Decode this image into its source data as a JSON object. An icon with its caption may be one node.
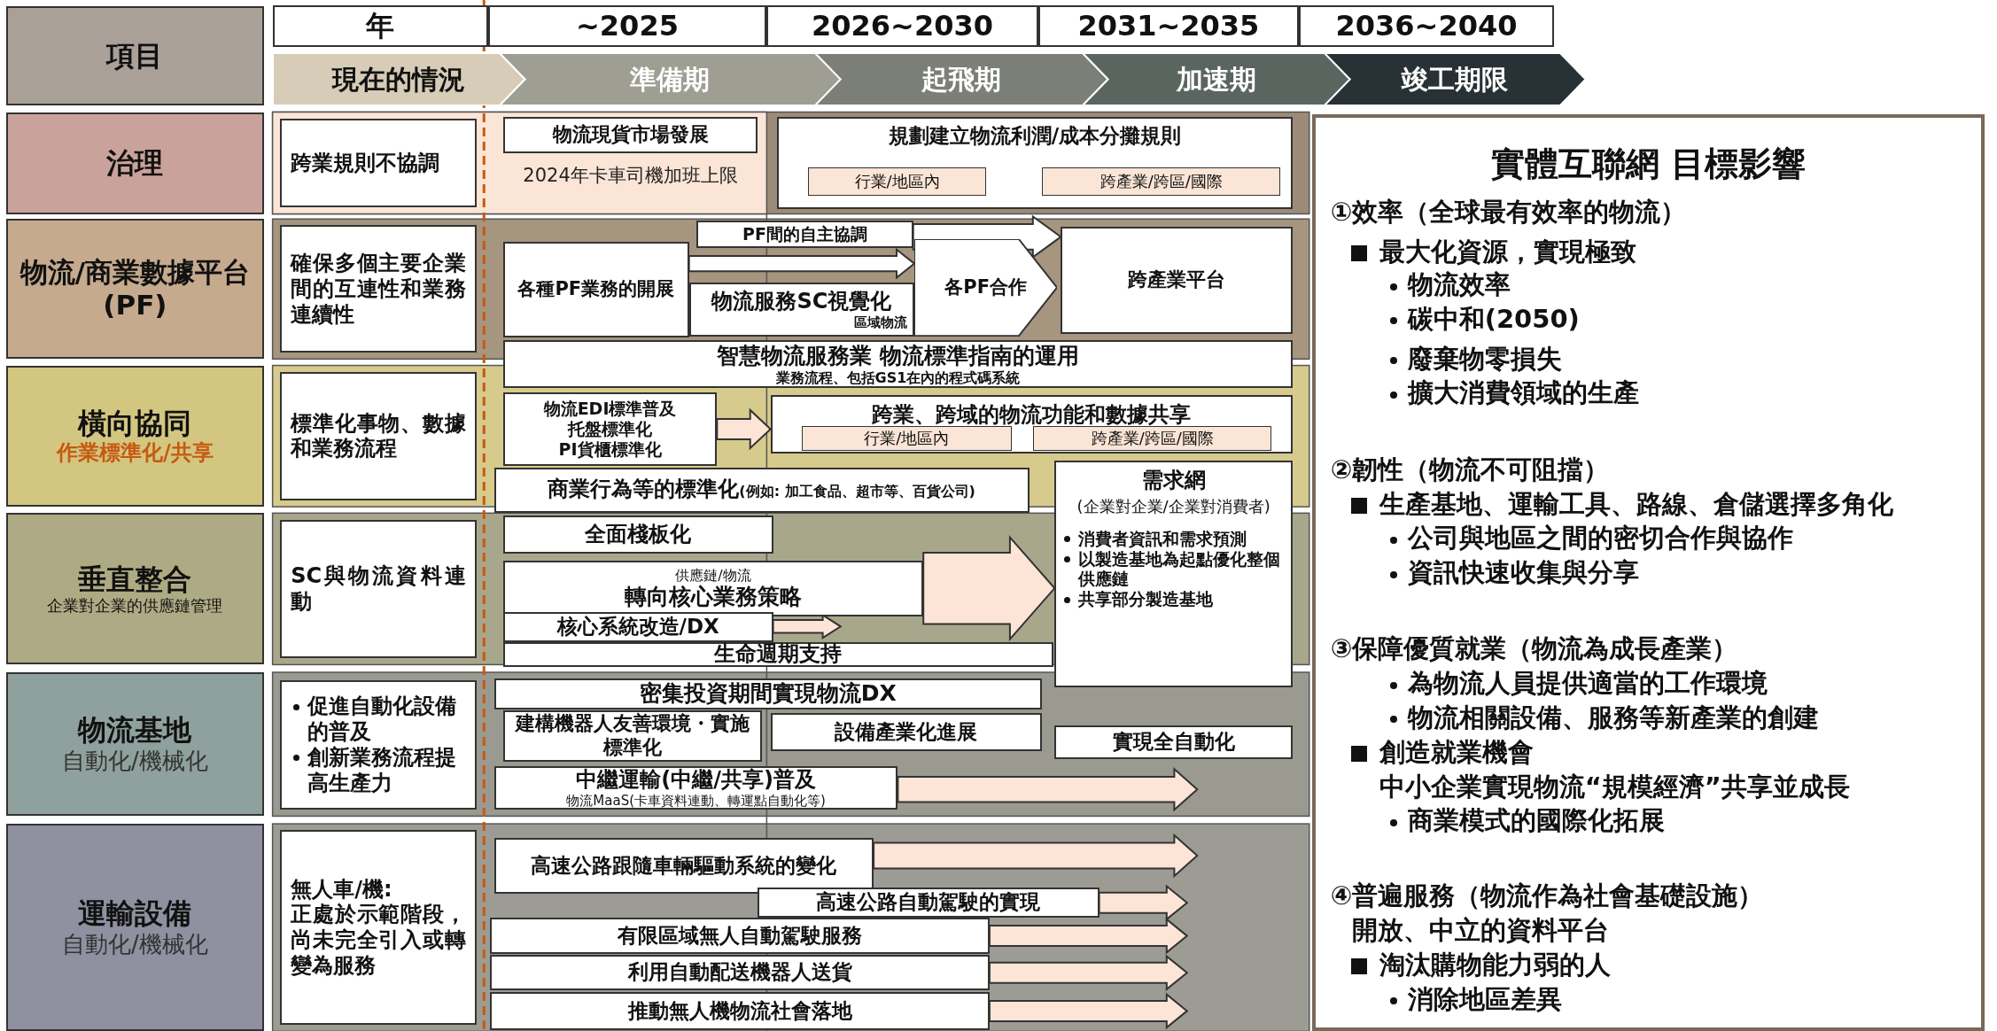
{
  "diagram": {
    "nodes": [
      {
        "text": [
          "項目"
        ]
      },
      {
        "text": [
          "年"
        ]
      },
      {
        "text": [
          "~2025"
        ]
      },
      {
        "text": [
          "2026~2030"
        ]
      },
      {
        "text": [
          "2031~2035"
        ]
      },
      {
        "text": [
          "2036~2040"
        ]
      },
      {
        "text": [
          "現在的情況"
        ]
      },
      {
        "text": [
          "準備期"
        ]
      },
      {
        "text": [
          "起飛期"
        ]
      },
      {
        "text": [
          "加速期"
        ]
      },
      {
        "text": [
          "竣工期限"
        ]
      },
      {
        "text": [
          "治理"
        ]
      },
      {
        "text": [
          "物流/商業數據平台 (PF)"
        ]
      },
      {
        "text": [
          "橫向協同",
          "作業標準化/共享"
        ]
      },
      {
        "text": [
          "垂直整合",
          "企業對企業的供應鏈管理"
        ]
      },
      {
        "text": [
          "物流基地",
          "自動化/機械化"
        ]
      },
      {
        "text": [
          "運輸設備",
          "自動化/機械化"
        ]
      },
      {
        "text": [
          "跨業規則不協調"
        ]
      },
      {
        "text": [
          "確保多個主要企業間的互連性和業務連續性"
        ]
      },
      {
        "text": [
          "標準化事物、數據和業務流程"
        ]
      },
      {
        "text": [
          "SC與物流資料連動"
        ]
      },
      {
        "text": [
          "促進自動化設備的普及",
          "創新業務流程提高生產力"
        ]
      },
      {
        "text": [
          "無人車/機:",
          "正處於示範階段，尚未完全引入或轉變為服務"
        ]
      },
      {
        "text": [
          "物流現貨市場發展"
        ],
        "beside": [
          "2024年卡車司機加班上限"
        ]
      },
      {
        "text": [
          "規劃建立物流利潤/成本分攤規則"
        ]
      },
      {
        "text": [
          "行業/地區內"
        ],
        "in": 24
      },
      {
        "text": [
          "跨產業/跨區/國際"
        ],
        "in": 24
      },
      {
        "text": [
          "各種PF業務的開展"
        ]
      },
      {
        "text": [
          "PF間的自主協調"
        ]
      },
      {
        "text": [
          "物流服務SC視覺化",
          "區域物流"
        ]
      },
      {
        "text": [
          "各PF合作"
        ]
      },
      {
        "text": [
          "跨產業平台"
        ]
      },
      {
        "text": [
          "智慧物流服務業 物流標準指南的運用",
          "業務流程、包括GS1在內的程式碼系統"
        ]
      },
      {
        "text": [
          "物流EDI標準普及",
          "托盤標準化",
          "PI貨櫃標準化"
        ]
      },
      {
        "text": [
          "跨業、跨域的物流功能和數據共享"
        ]
      },
      {
        "text": [
          "行業/地區內"
        ],
        "in": 34
      },
      {
        "text": [
          "跨產業/跨區/國際"
        ],
        "in": 34
      },
      {
        "text": [
          "商業行為等的標準化",
          "(例如: 加工食品、超市等、百貨公司)"
        ]
      },
      {
        "text": [
          "需求網",
          "(企業對企業/企業對消費者)",
          "消費者資訊和需求預測",
          "以製造基地為起點優化整個供應鏈",
          "共享部分製造基地"
        ]
      },
      {
        "text": [
          "全面棧板化"
        ]
      },
      {
        "text": [
          "供應鏈/物流",
          "轉向核心業務策略"
        ]
      },
      {
        "text": [
          "核心系統改造/DX"
        ]
      },
      {
        "text": [
          "生命週期支持"
        ]
      },
      {
        "text": [
          "密集投資期間實現物流DX"
        ]
      },
      {
        "text": [
          "建構機器人友善環境・實施標準化"
        ]
      },
      {
        "text": [
          "設備產業化進展"
        ]
      },
      {
        "text": [
          "實現全自動化"
        ]
      },
      {
        "text": [
          "中繼運輸(中繼/共享)普及",
          "物流MaaS(卡車資料連動、轉運點自動化等)"
        ]
      },
      {
        "text": [
          "高速公路跟隨車輛驅動系統的變化"
        ]
      },
      {
        "text": [
          "高速公路自動駕駛的實現"
        ]
      },
      {
        "text": [
          "有限區域無人自動駕駛服務"
        ]
      },
      {
        "text": [
          "利用自動配送機器人送貨"
        ]
      },
      {
        "text": [
          "推動無人機物流社會落地"
        ]
      },
      {
        "text": [
          "實體互聯網 目標影響",
          "①效率（全球最有效率的物流）",
          "最大化資源，實現極致",
          "物流效率",
          "碳中和(2050)",
          "廢棄物零損失",
          "擴大消費領域的生產",
          "②韌性（物流不可阻擋）",
          "生產基地、運輸工具、路線、倉儲選擇多角化",
          "公司與地區之間的密切合作與協作",
          "資訊快速收集與分享",
          "③保障優質就業（物流為成長產業）",
          "為物流人員提供適當的工作環境",
          "物流相關設備、服務等新產業的創建",
          "創造就業機會",
          "中小企業實現物流“規模經濟”共享並成長",
          "商業模式的國際化拓展",
          "④普遍服務（物流作為社會基礎設施）",
          "開放、中立的資料平台",
          "淘汰購物能力弱的人",
          "消除地區差異"
        ]
      }
    ],
    "edges": [
      {
        "from": 28,
        "to": 31,
        "arrow": "to",
        "color": "#ffffff"
      },
      {
        "from": 27,
        "to": 30,
        "arrow": "to",
        "color": "#ffffff"
      },
      {
        "from": 33,
        "to": 34,
        "arrow": "to"
      },
      {
        "from": 40,
        "to": 38,
        "arrow": "to"
      },
      {
        "from": 41,
        "to": null,
        "arrow": "to"
      },
      {
        "from": 47,
        "to": null,
        "arrow": "to"
      },
      {
        "from": 48,
        "to": null,
        "arrow": "to"
      },
      {
        "from": 49,
        "to": null,
        "arrow": "to"
      },
      {
        "from": 50,
        "to": null,
        "arrow": "to"
      },
      {
        "from": 51,
        "to": null,
        "arrow": "to"
      },
      {
        "from": 52,
        "to": null,
        "arrow": "to"
      }
    ]
  }
}
